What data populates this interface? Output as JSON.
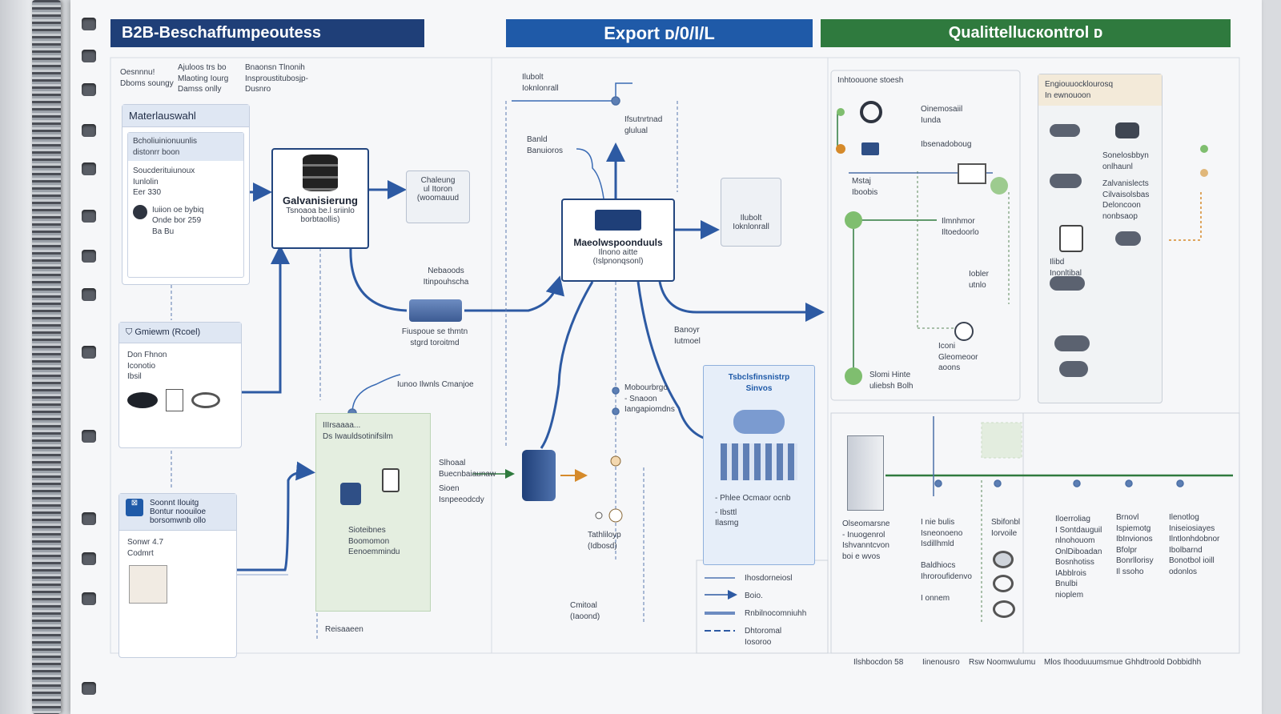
{
  "banners": {
    "procurement": "B2B-Beschaffumpeoutess",
    "export": "Export ᴅ/0/l/L",
    "quality": "Qualittellucкontrol ᴅ"
  },
  "intro": {
    "col1": "Oesnnnu!\nDboms soungy",
    "col2": "Ajuloos trs bo\nMlaoting Iourg\nDamss onlly",
    "col3": "Bnaonsn Tlnonih\nInsproustitubosjp-\nDusnro"
  },
  "left_cards": {
    "material": {
      "title": "Materlauswahl",
      "inner_title": "Bcholiuinionuunlis\ndistonrr boon",
      "inner_lines": "Soucderituiunoux\nIunlolin\nEer 330",
      "extra": "Iuiion oe bybiq\nOnde bor 259\nBa Bu"
    },
    "gemm": {
      "title": "Gmiewm (Rcoel)",
      "lines": "Don Fhnon\nIconotio\nIbsil"
    },
    "sensor": {
      "title": "Soonnt Ilouitg\nBontur noouiloe\nborsomwnb ollo",
      "lines": "Sonwr 4.7\nCodmrt"
    }
  },
  "nodes": {
    "galv": {
      "title": "Galvanisierung",
      "sub": "Tsnoaoa be.l sriinlo\nborbtaollis)"
    },
    "ordering": {
      "text": "Chaleung\nul Itoron\n(woomauud"
    },
    "netz": {
      "text": "Nebaoods\nItinpouhscha"
    },
    "fluss": {
      "text": "Fiuspoue se thmtn\nstgrd toroitmd"
    },
    "leno": {
      "text": "Iunoo Ilwnls Cmanjoe"
    },
    "mark": {
      "title": "Maeolwspoonduuls",
      "sub": "Ilnono aitte\n(Islpnonqsonl)"
    },
    "extbox": {
      "text": "Ilubolt\nIoknlonrall"
    },
    "bank": {
      "text": "Banld\nBanuioros"
    },
    "ia": {
      "text": "Ifsutnrtnad\nglulual"
    },
    "marktlb": {
      "text": "Banoyr\nIutmoel"
    },
    "mab": {
      "text": "Mobourbrgo\n-  Snaoon\nIangapiomdns"
    },
    "tachh": {
      "text": "Tathliloyp\n(Idbosd)"
    },
    "onfinal": {
      "text": "Cmitoal\n(Iaoond)"
    },
    "reisen": {
      "text": "Reisaaeen"
    }
  },
  "green": {
    "title": "IIIrsaaaa...\nDs Iwauldsotinifsilm",
    "side1": "Slhoaal\nBuecnbaiaunaw",
    "side2": "Sioen\nIsnpeeodcdy",
    "bottom": "Sioteibnes\nBoomomon\nEenoemmindu"
  },
  "blue_panel": {
    "title": "Tsbclsfinsnistrp\nSinvos",
    "legend": [
      "- Phlee   Ocmaor ocnb",
      "- Ibsttl\n  Ilasmg"
    ]
  },
  "legend_bottom": [
    "Ihosdorneiosl",
    "Boio.",
    "Rnbilnocomniuhh",
    "Dhtoromal\nIosoroo"
  ],
  "quality": {
    "header": "Inhtoouone stoesh",
    "labels": [
      "Oinemosaiil\nIunda",
      "Ibsenadoboug",
      "Mstaj\nIboobis",
      "Ilmnhmor\nIltoedoorlo",
      "Iobler\nutnlo",
      "Iconi\nGleomeoor\naoons",
      "Slomi Hinte\nuliebsh Bolh"
    ],
    "engine": {
      "title": "Engiouuocklourosq\nIn ewnouoon",
      "items": [
        "Sonelosbbyn\nonlhaunl",
        "Zalvanislects\nCilvaisolsbas\nDeloncoon\nnonbsaop",
        "Ilibd\nInonltibal"
      ]
    }
  },
  "bottom_right": {
    "cols": [
      "Olseomarsne\n-  Inuogenrol\nIshvanntcvon\nboi e wvos",
      "I nie bulis\nIsneonoeno\nIsdillhmld\n\nBaldhiocs\nIhroroufidenvo\n\nI  onnem",
      "Sbifonbl\nIorvoile",
      "Iloerroliag\nI  Sontdauguil\nnlnohouom\nOnlDiboadan\nBosnhotiss\nIAbblrois\nBnulbi\nnioplem",
      "Brnovl\nIspiemotg\nIbInvionos\nBfolpr\nBonrllorisy\nIl ssoho",
      "Ilenotlog\nIniseiosiayes\nIlntlonhdobnor\nIbolbarnd\nBonotbol ioill\nodonlos"
    ]
  },
  "footer": [
    "Ilshbocdon 58",
    "Iinenousro",
    "Rsw Noomwulumu",
    "Mlos Ihooduuumsmue Ghhdtroold Dobbidhh"
  ],
  "colors": {
    "navy": "#1f3f78",
    "blue": "#1f5aa8",
    "green": "#2f7a3e",
    "arrow": "#2d5aa3",
    "orange": "#d58a2b"
  }
}
